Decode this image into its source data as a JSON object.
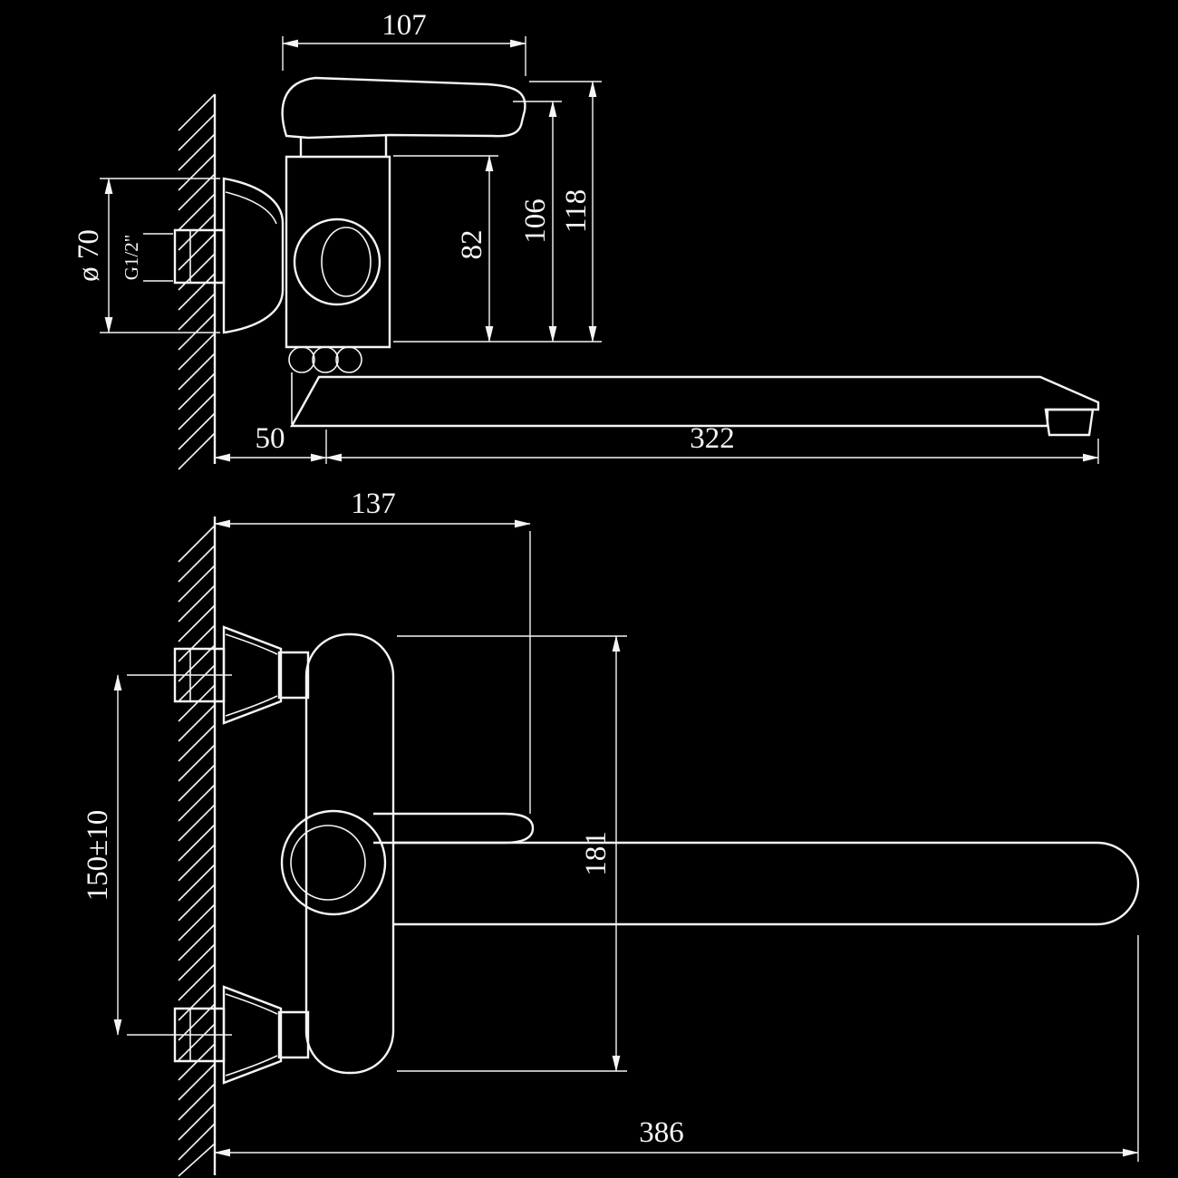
{
  "meta": {
    "background_color": "#000000",
    "line_color": "#f5f5f5",
    "drawing_type": "faucet technical dimension drawing"
  },
  "side_view": {
    "handle_length": "107",
    "overall_height": "118",
    "upper_height": "106",
    "body_height": "82",
    "flange_diameter": "ø 70",
    "thread_size": "G1/2\"",
    "wall_offset": "50",
    "spout_reach": "322"
  },
  "front_view": {
    "body_width": "137",
    "connection_spacing": "150±10",
    "body_height": "181",
    "overall_length": "386"
  }
}
